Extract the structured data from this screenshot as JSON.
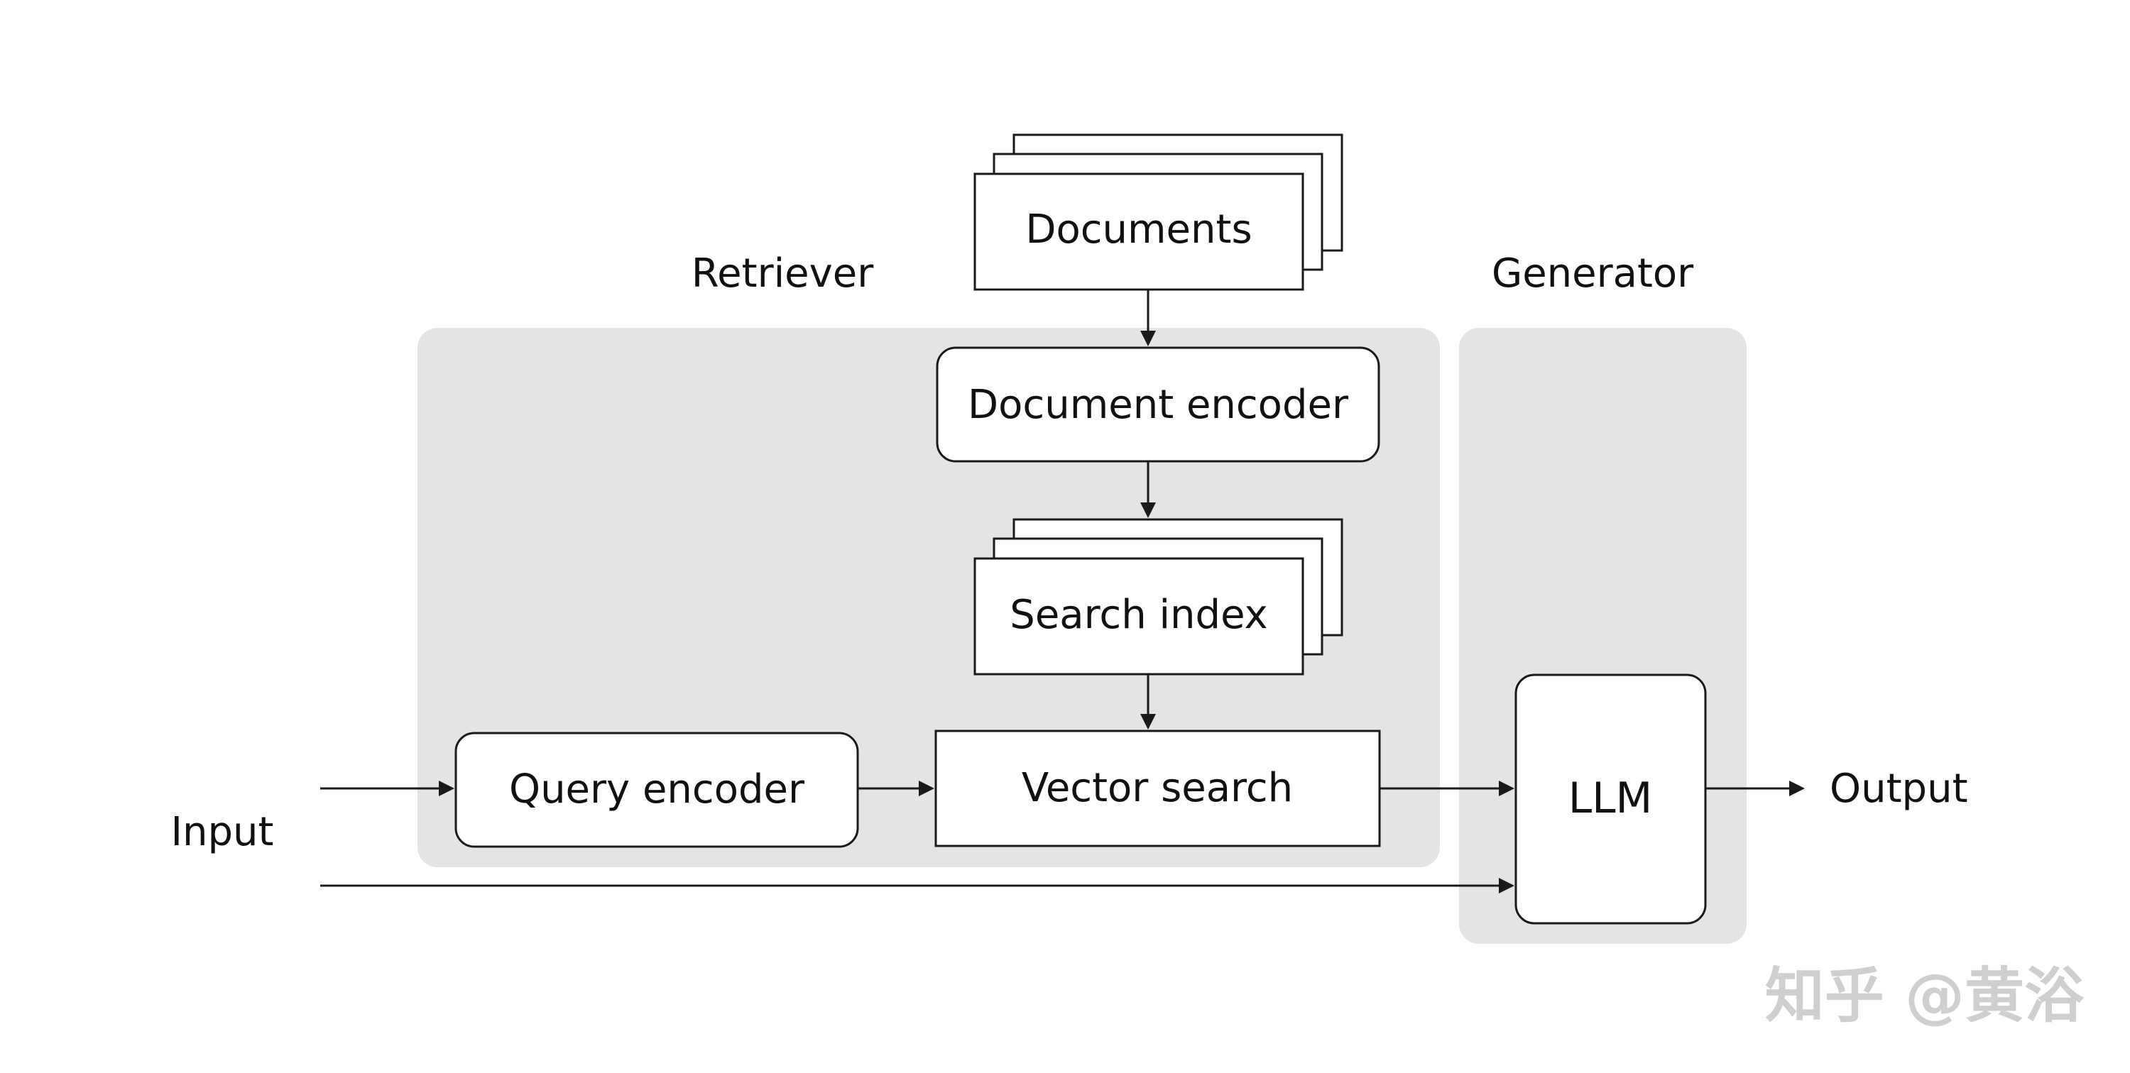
{
  "labels": {
    "retriever": "Retriever",
    "generator": "Generator",
    "documents": "Documents",
    "document_encoder": "Document encoder",
    "search_index": "Search index",
    "query_encoder": "Query encoder",
    "vector_search": "Vector search",
    "llm": "LLM",
    "input": "Input",
    "output": "Output"
  },
  "watermark": "知乎 @黄浴",
  "colors": {
    "region_fill": "#e4e4e4",
    "stroke": "#1a1a1a",
    "box_fill": "#ffffff"
  }
}
